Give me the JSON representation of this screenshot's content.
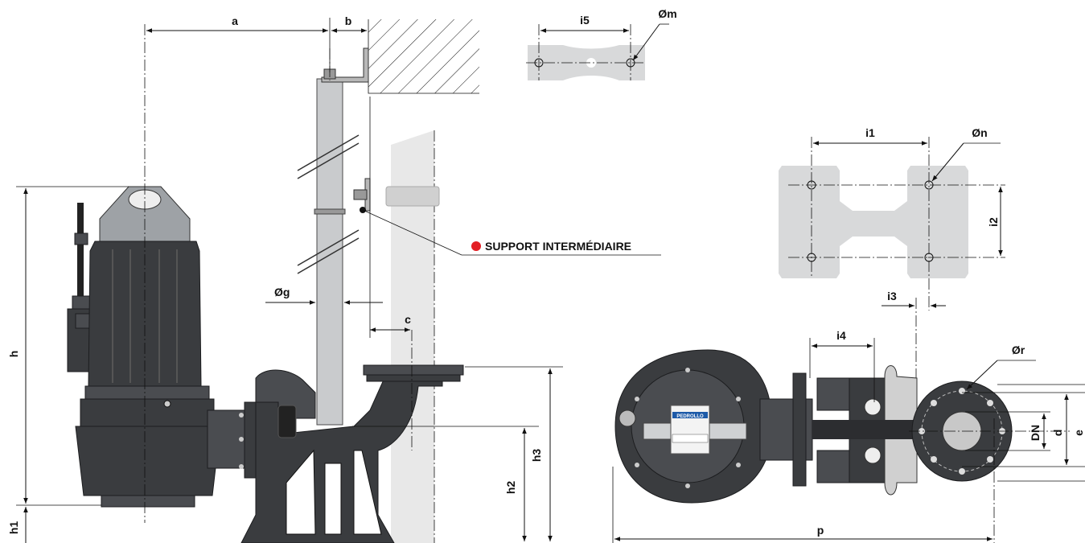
{
  "labels": {
    "a": "a",
    "b": "b",
    "c": "c",
    "h": "h",
    "h1": "h1",
    "h2": "h2",
    "h3": "h3",
    "g": "Øg",
    "m": "Øm",
    "n": "Øn",
    "r": "Ør",
    "i1": "i1",
    "i2": "i2",
    "i3": "i3",
    "i4": "i4",
    "i5": "i5",
    "p": "p",
    "dn": "DN",
    "d": "d",
    "e": "e"
  },
  "support_label": "SUPPORT INTERMÉDIAIRE",
  "brand": "PEDROLLO",
  "colors": {
    "pump_body": "#3a3c3f",
    "guide_pipe": "#c9cbcd",
    "template": "#d8d9da",
    "accent_dot": "#e31e24"
  }
}
